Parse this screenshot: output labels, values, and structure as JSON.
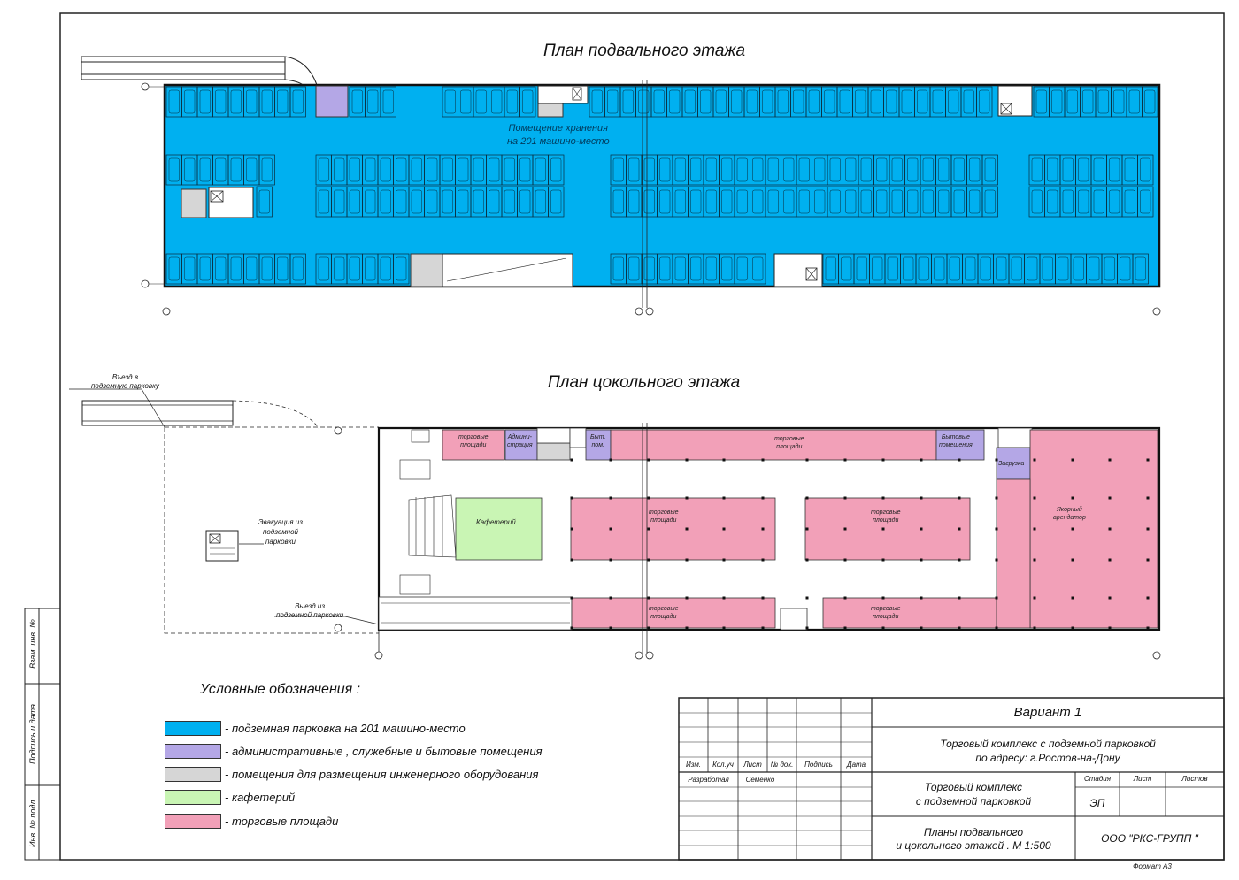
{
  "plans": {
    "basement_title": "План подвального этажа",
    "basement_room_label_1": "Помещение хранения",
    "basement_room_label_2": "на 201 машино-место",
    "ground_title": "План цокольного этажа",
    "entry_label_1": "Въезд в",
    "entry_label_2": "подземную парковку",
    "exit_label_1": "Выезд из",
    "exit_label_2": "подземной парковки",
    "evac_label_1": "Эвакуация из",
    "evac_label_2": "подземной",
    "evac_label_3": "парковки",
    "rooms": {
      "retail_area_1": "торговые",
      "retail_area_2": "площади",
      "admin_1": "Админи-",
      "admin_2": "страция",
      "utility_1": "Быт.",
      "utility_2": "пом.",
      "utility2_1": "Бытовые",
      "utility2_2": "помещения",
      "cafe": "Кафетерий",
      "loading": "Загрузка",
      "anchor_1": "Якорный",
      "anchor_2": "арендатор"
    }
  },
  "legend": {
    "title": "Условные обозначения :",
    "items": [
      {
        "color": "#00b0f0",
        "label": "- подземная парковка на  201 машино-место"
      },
      {
        "color": "#b4a7e6",
        "label": "- административные , служебные и бытовые помещения"
      },
      {
        "color": "#d6d6d6",
        "label": "- помещения для размещения инженерного оборудования"
      },
      {
        "color": "#c9f5b4",
        "label": "- кафетерий"
      },
      {
        "color": "#f2a0b8",
        "label": "- торговые площади"
      }
    ]
  },
  "title_block": {
    "variant": "Вариант  1",
    "project_line1": "Торговый комплекс с подземной парковкой",
    "project_line2": "по адресу: г.Ростов-на-Дону",
    "object_line1": "Торговый комплекс",
    "object_line2": "с подземной парковкой",
    "sheet_title_line1": "Планы подвального",
    "sheet_title_line2": "и цокольного этажей . М 1:500",
    "company": "ООО \"РКС-ГРУПП \"",
    "stage_header": "Стадия",
    "stage_value": "ЭП",
    "sheet_header": "Лист",
    "sheets_header": "Листов",
    "col_izm": "Изм.",
    "col_kol": "Кол.уч",
    "col_list": "Лист",
    "col_ndok": "№ док.",
    "col_podp": "Подпись",
    "col_data": "Дата",
    "developed": "Разработал",
    "developer": "Семенко",
    "format": "Формат А3"
  },
  "side_stamp": {
    "vzam": "Взам. инв. №",
    "podp": "Подпись и дата",
    "inv": "Инв. № подл."
  },
  "colors": {
    "parking": "#00b0f0",
    "admin": "#b4a7e6",
    "utility": "#d6d6d6",
    "cafe": "#c9f5b4",
    "retail": "#f2a0b8"
  }
}
